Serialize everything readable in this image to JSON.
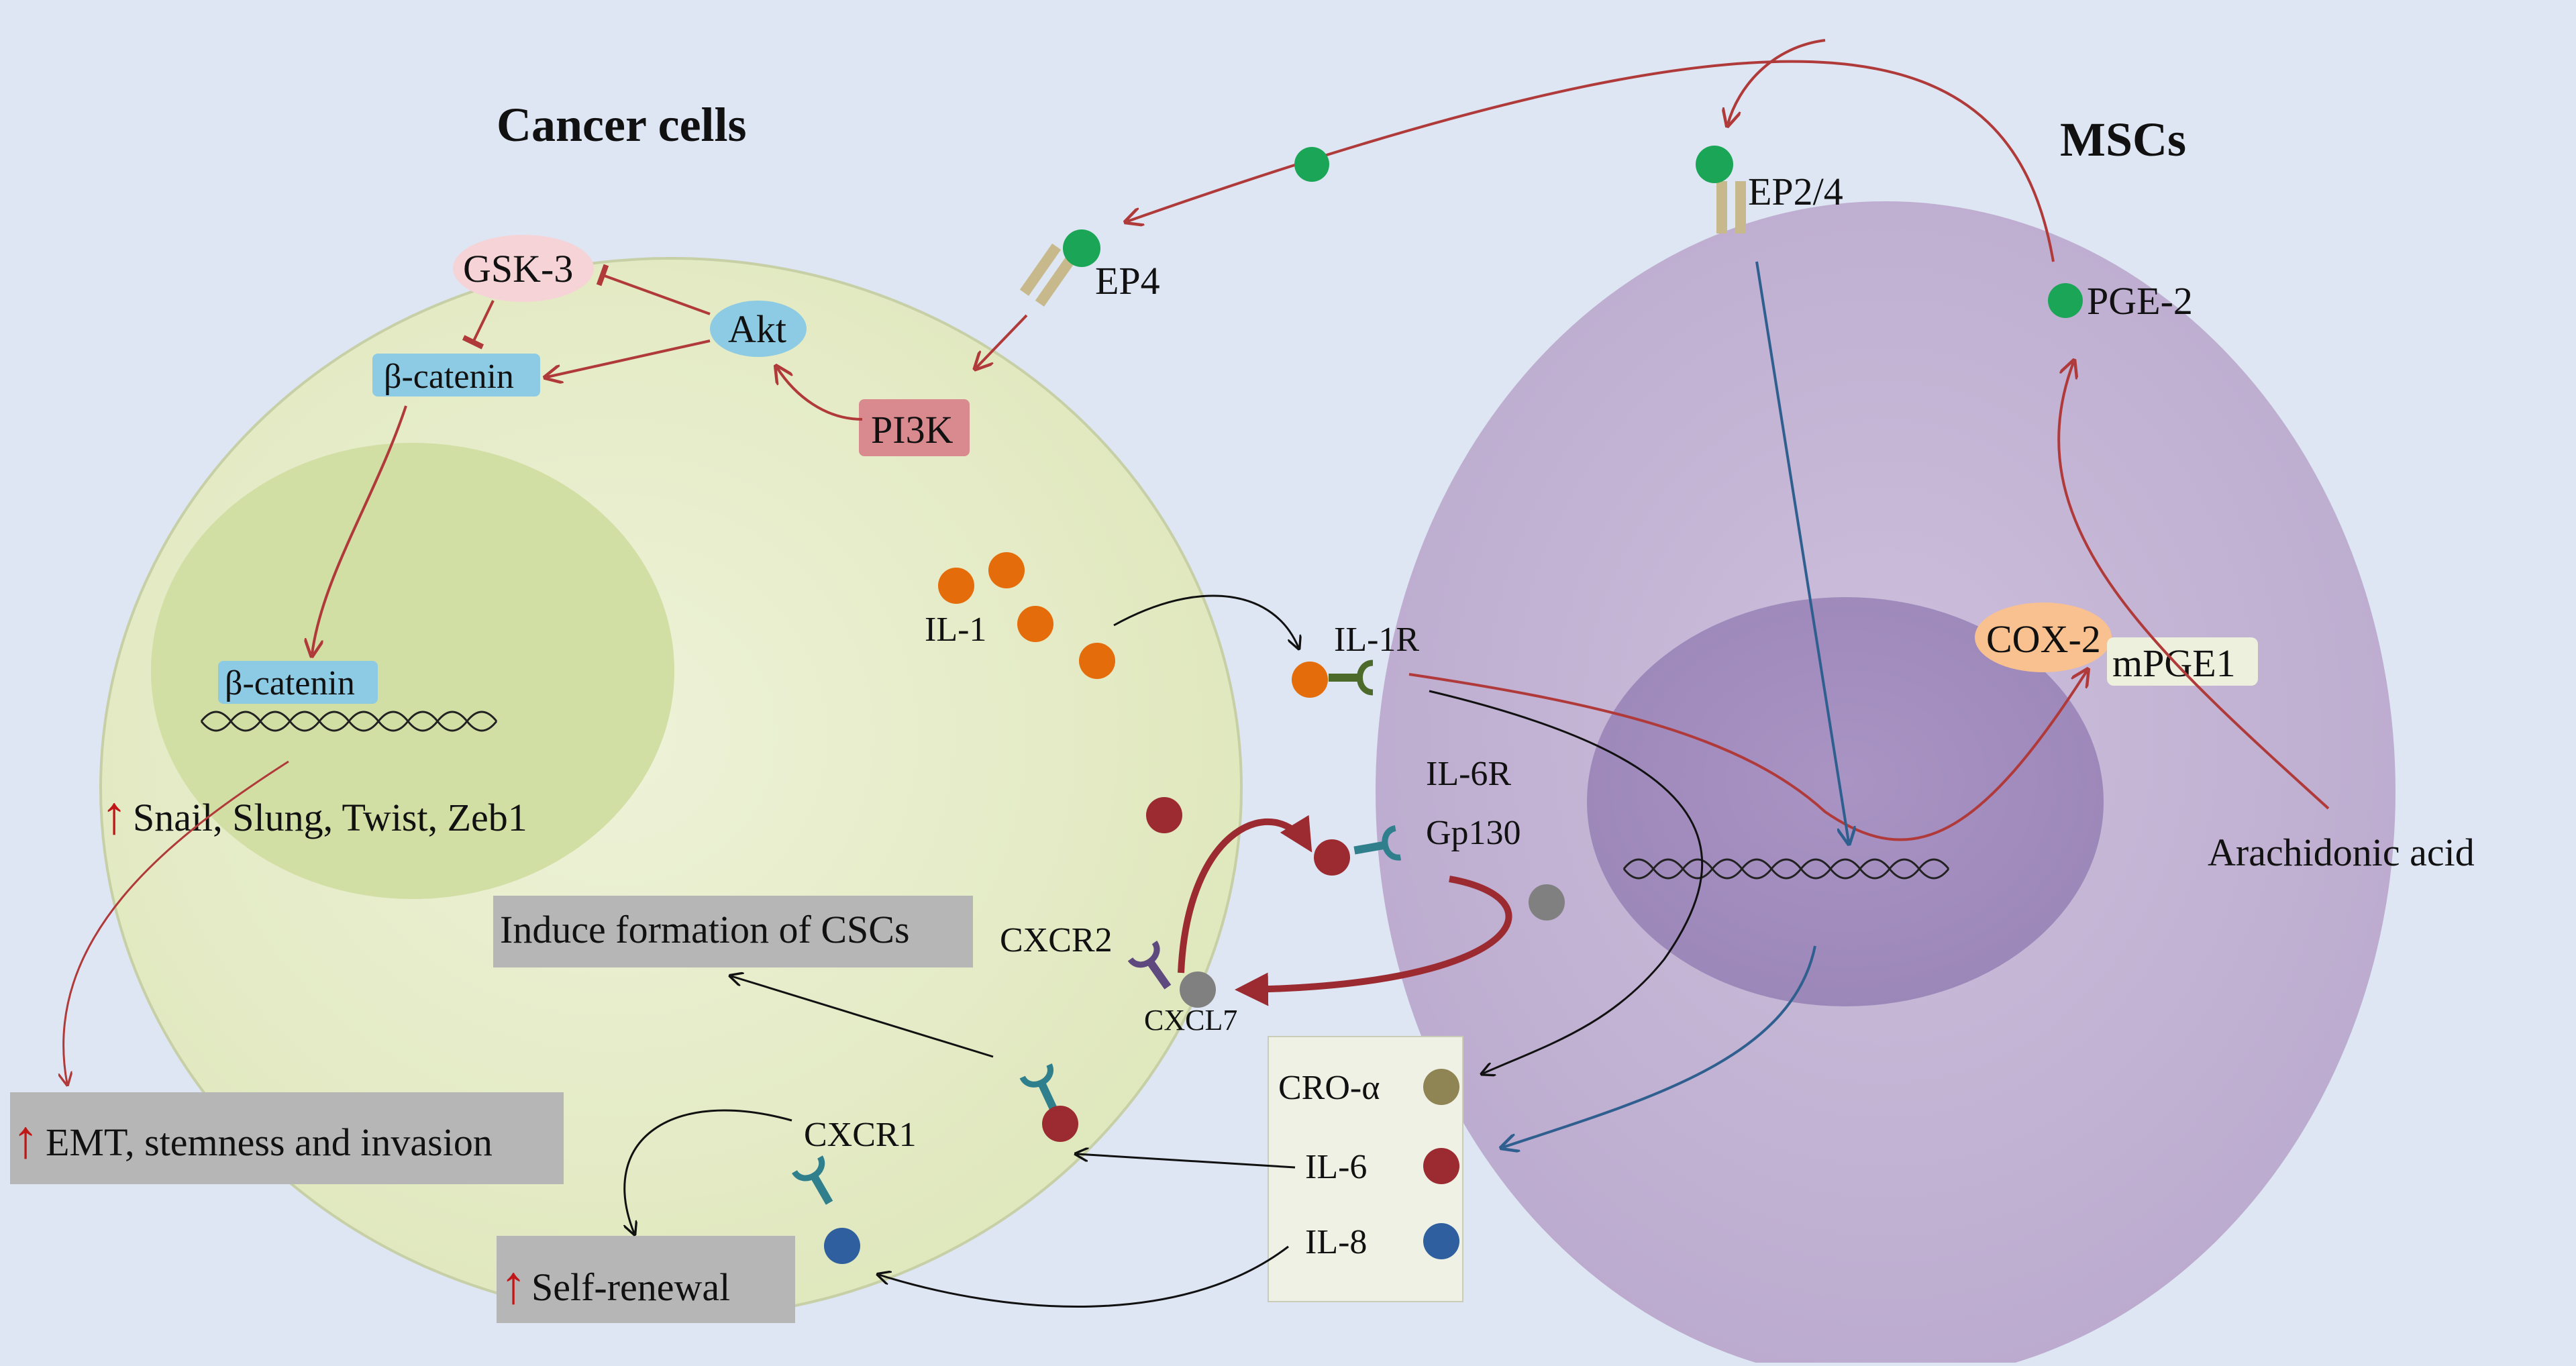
{
  "titles": {
    "cancer": "Cancer cells",
    "mscs": "MSCs"
  },
  "pathway": {
    "gsk3": "GSK-3",
    "akt": "Akt",
    "beta_catenin": "β-catenin",
    "beta_catenin_nuclear": "β-catenin",
    "pi3k": "PI3K",
    "ep4": "EP4",
    "ep24": "EP2/4",
    "pge2": "PGE-2",
    "cox2": "COX-2",
    "mpge1": "mPGE1",
    "arachidonic": "Arachidonic acid"
  },
  "genes": {
    "arrow": "↑",
    "text": "Snail, Slung, Twist, Zeb1"
  },
  "receptors": {
    "il1": "IL-1",
    "il1r": "IL-1R",
    "il6r": "IL-6R",
    "gp130": "Gp130",
    "cxcr2": "CXCR2",
    "cxcl7": "CXCL7",
    "cxcr1": "CXCR1"
  },
  "outcomes": {
    "csc": "Induce formation of CSCs",
    "emt_arrow": "↑",
    "emt": "EMT, stemness and invasion",
    "renew_arrow": "↑",
    "renew": "Self-renewal"
  },
  "legend": {
    "items": [
      {
        "label": "CRO-α",
        "color": "#8e8454"
      },
      {
        "label": "IL-6",
        "color": "#9b2b31"
      },
      {
        "label": "IL-8",
        "color": "#2f5f9e"
      }
    ]
  },
  "colors": {
    "background": "#dde6f2",
    "cancer_cell": "#e3e9c6",
    "cancer_nucleus": "#cfdc9f",
    "msc_cell": "#c3b4d3",
    "msc_nucleus": "#a893c2",
    "green_ligand": "#1aa656",
    "orange_ligand": "#e46c0a",
    "red_arrow": "#b03a3a",
    "blue_arrow": "#2f5f8f"
  },
  "icons": [
    "dna-helix-icon",
    "receptor-icon",
    "ligand-dot-icon",
    "arrow-icon"
  ]
}
